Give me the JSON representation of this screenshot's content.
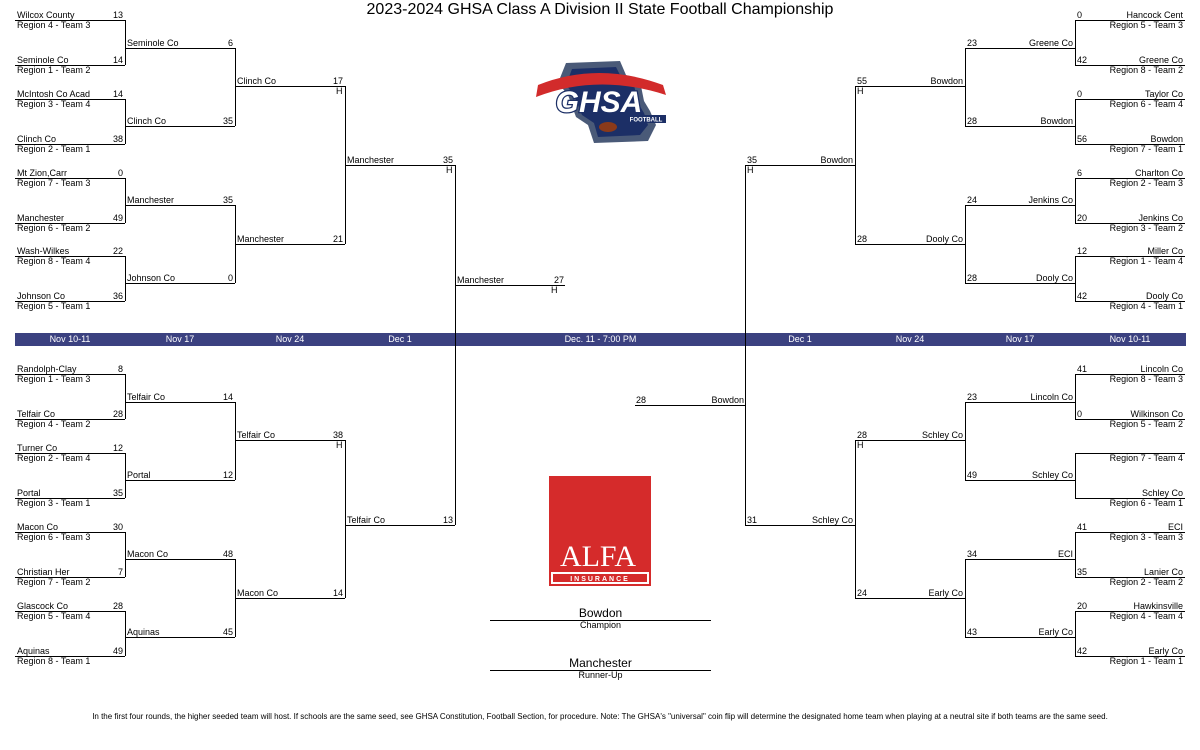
{
  "title": "2023-2024 GHSA Class A Division II State Football Championship",
  "footer": "In the first four rounds, the higher seeded team will host. If schools are the same seed, see GHSA Constitution, Football Section, for procedure.  Note: The GHSA's \"universal\" coin flip will determine the designated home team when playing at a neutral site if both teams are the same seed.",
  "dates": {
    "left_r1": "Nov 10-11",
    "left_r2": "Nov 17",
    "left_r3": "Nov 24",
    "left_r4": "Dec 1",
    "final": "Dec. 11 - 7:00 PM",
    "right_r4": "Dec 1",
    "right_r3": "Nov 24",
    "right_r2": "Nov 17",
    "right_r1": "Nov 10-11"
  },
  "logos": {
    "ghsa": "GHSA",
    "ghsa_sub": "FOOTBALL",
    "alfa": "ALFA",
    "alfa_sub": "INSURANCE"
  },
  "results": {
    "champion": "Bowdon",
    "champion_label": "Champion",
    "runner_up": "Manchester",
    "runner_up_label": "Runner-Up"
  },
  "final_game": {
    "left_team": "Manchester",
    "left_score": "27",
    "left_host": "H",
    "right_team": "Bowdon",
    "right_score": "28"
  },
  "left_top": {
    "r1": [
      {
        "team": "Wilcox County",
        "seed": "Region 4 - Team 3",
        "score": "13"
      },
      {
        "team": "Seminole Co",
        "seed": "Region 1 - Team 2",
        "score": "14"
      },
      {
        "team": "McIntosh Co Acad",
        "seed": "Region 3 - Team 4",
        "score": "14"
      },
      {
        "team": "Clinch  Co",
        "seed": "Region 2 - Team 1",
        "score": "38"
      },
      {
        "team": "Mt Zion,Carr",
        "seed": "Region 7 - Team 3",
        "score": "0"
      },
      {
        "team": "Manchester",
        "seed": "Region 6 - Team 2",
        "score": "49"
      },
      {
        "team": "Wash-Wilkes",
        "seed": "Region 8 - Team 4",
        "score": "22"
      },
      {
        "team": "Johnson Co",
        "seed": "Region 5 - Team 1",
        "score": "36"
      }
    ],
    "r2": [
      {
        "team": "Seminole Co",
        "score": "6"
      },
      {
        "team": "Clinch  Co",
        "score": "35"
      },
      {
        "team": "Manchester",
        "score": "35"
      },
      {
        "team": "Johnson Co",
        "score": "0"
      }
    ],
    "r3": [
      {
        "team": "Clinch  Co",
        "score": "17",
        "host": "H"
      },
      {
        "team": "Manchester",
        "score": "21"
      }
    ],
    "r4": {
      "team": "Manchester",
      "score": "35",
      "host": "H"
    }
  },
  "left_bottom": {
    "r1": [
      {
        "team": "Randolph-Clay",
        "seed": "Region 1 - Team 3",
        "score": "8"
      },
      {
        "team": "Telfair Co",
        "seed": "Region 4 - Team 2",
        "score": "28"
      },
      {
        "team": "Turner Co",
        "seed": "Region 2 - Team 4",
        "score": "12"
      },
      {
        "team": "Portal",
        "seed": "Region 3 - Team 1",
        "score": "35"
      },
      {
        "team": "Macon Co",
        "seed": "Region 6 - Team 3",
        "score": "30"
      },
      {
        "team": "Christian Her",
        "seed": "Region 7 - Team 2",
        "score": "7"
      },
      {
        "team": "Glascock Co",
        "seed": "Region 5 - Team 4",
        "score": "28"
      },
      {
        "team": "Aquinas",
        "seed": "Region 8 - Team 1",
        "score": "49"
      }
    ],
    "r2": [
      {
        "team": "Telfair Co",
        "score": "14"
      },
      {
        "team": "Portal",
        "score": "12"
      },
      {
        "team": "Macon Co",
        "score": "48"
      },
      {
        "team": "Aquinas",
        "score": "45"
      }
    ],
    "r3": [
      {
        "team": "Telfair Co",
        "score": "38",
        "host": "H"
      },
      {
        "team": "Macon Co",
        "score": "14"
      }
    ],
    "r4": {
      "team": "Telfair Co",
      "score": "13"
    }
  },
  "right_top": {
    "r1": [
      {
        "team": "Hancock Cent",
        "seed": "Region 5 - Team 3",
        "score": "0"
      },
      {
        "team": "Greene Co",
        "seed": "Region 8 - Team 2",
        "score": "42"
      },
      {
        "team": "Taylor Co",
        "seed": "Region 6 - Team 4",
        "score": "0"
      },
      {
        "team": "Bowdon",
        "seed": "Region 7 - Team 1",
        "score": "56"
      },
      {
        "team": "Charlton Co",
        "seed": "Region 2 - Team 3",
        "score": "6"
      },
      {
        "team": "Jenkins Co",
        "seed": "Region 3 - Team 2",
        "score": "20"
      },
      {
        "team": "Miller Co",
        "seed": "Region 1 - Team 4",
        "score": "12"
      },
      {
        "team": "Dooly Co",
        "seed": "Region 4 - Team 1",
        "score": "42"
      }
    ],
    "r2": [
      {
        "team": "Greene Co",
        "score": "23"
      },
      {
        "team": "Bowdon",
        "score": "28"
      },
      {
        "team": "Jenkins Co",
        "score": "24"
      },
      {
        "team": "Dooly Co",
        "score": "28"
      }
    ],
    "r3": [
      {
        "team": "Bowdon",
        "score": "55",
        "host": "H"
      },
      {
        "team": "Dooly Co",
        "score": "28"
      }
    ],
    "r4": {
      "team": "Bowdon",
      "score": "35",
      "host": "H"
    }
  },
  "right_bottom": {
    "r1": [
      {
        "team": "Lincoln Co",
        "seed": "Region 8 - Team 3",
        "score": "41"
      },
      {
        "team": "Wilkinson Co",
        "seed": "Region 5 - Team 2",
        "score": "0"
      },
      {
        "team": "",
        "seed": "Region 7 - Team 4",
        "score": ""
      },
      {
        "team": "Schley Co",
        "seed": "Region 6 - Team 1",
        "score": ""
      },
      {
        "team": "ECI",
        "seed": "Region 3 - Team 3",
        "score": "41"
      },
      {
        "team": "Lanier Co",
        "seed": "Region 2 - Team 2",
        "score": "35"
      },
      {
        "team": "Hawkinsville",
        "seed": "Region 4 - Team 4",
        "score": "20"
      },
      {
        "team": "Early Co",
        "seed": "Region 1 - Team 1",
        "score": "42"
      }
    ],
    "r2": [
      {
        "team": "Lincoln Co",
        "score": "23"
      },
      {
        "team": "Schley Co",
        "score": "49"
      },
      {
        "team": "ECI",
        "score": "34"
      },
      {
        "team": "Early Co",
        "score": "43"
      }
    ],
    "r3": [
      {
        "team": "Schley Co",
        "score": "28",
        "host": "H"
      },
      {
        "team": "Early Co",
        "score": "24"
      }
    ],
    "r4": {
      "team": "Schley Co",
      "score": "31"
    }
  }
}
